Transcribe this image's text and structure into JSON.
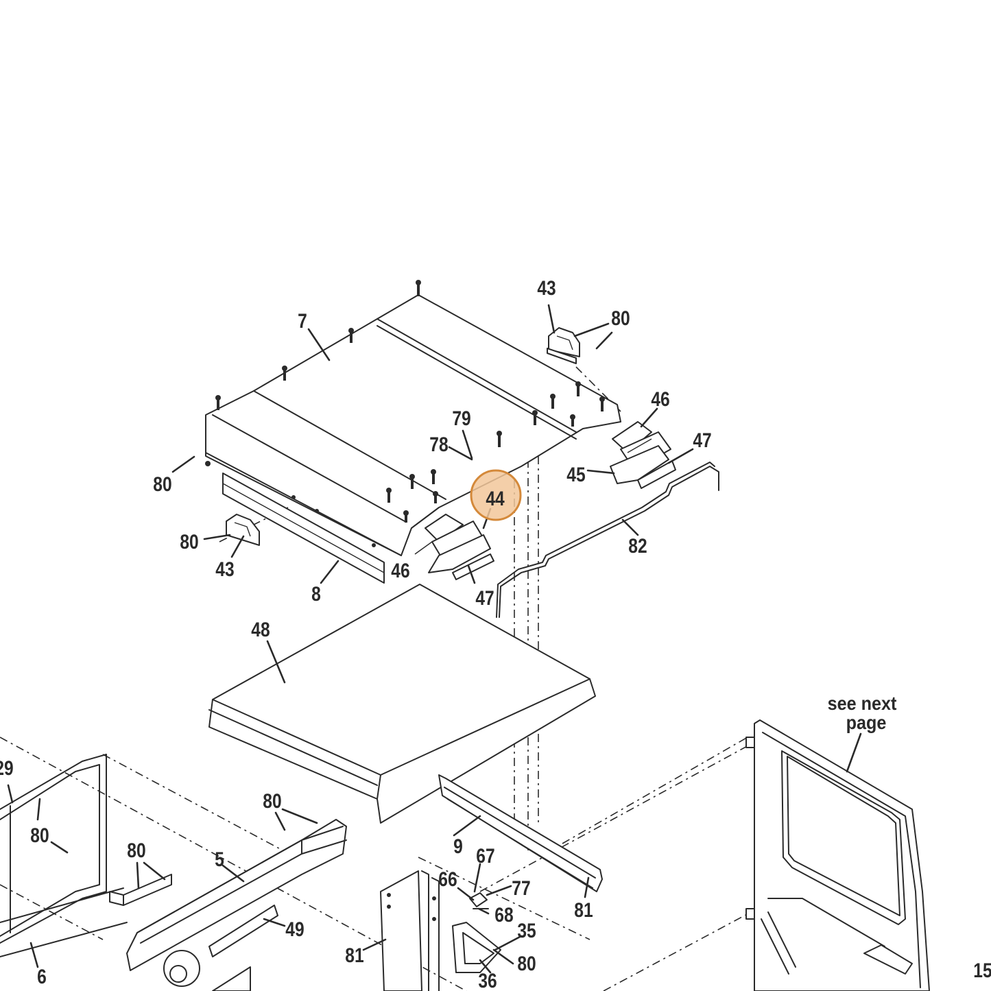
{
  "highlight": {
    "label": "44",
    "fill": "#f2c79a",
    "stroke": "#d4893a"
  },
  "labels": {
    "c7": "7",
    "c43a": "43",
    "c80a": "80",
    "c46a": "46",
    "c47a": "47",
    "c79": "79",
    "c78": "78",
    "c45": "45",
    "c80b": "80",
    "c80c": "80",
    "c43b": "43",
    "c8": "8",
    "c46b": "46",
    "c47b": "47",
    "c82": "82",
    "c48": "48",
    "c29": "29",
    "c80d": "80",
    "c80e": "80",
    "c80f": "80",
    "c5": "5",
    "c49": "49",
    "c6": "6",
    "c81a": "81",
    "c9": "9",
    "c67": "67",
    "c66": "66",
    "c77": "77",
    "c68": "68",
    "c35": "35",
    "c80g": "80",
    "c36": "36",
    "c81b": "81",
    "c15": "15"
  },
  "note": {
    "line1": "see next",
    "line2": "page"
  }
}
